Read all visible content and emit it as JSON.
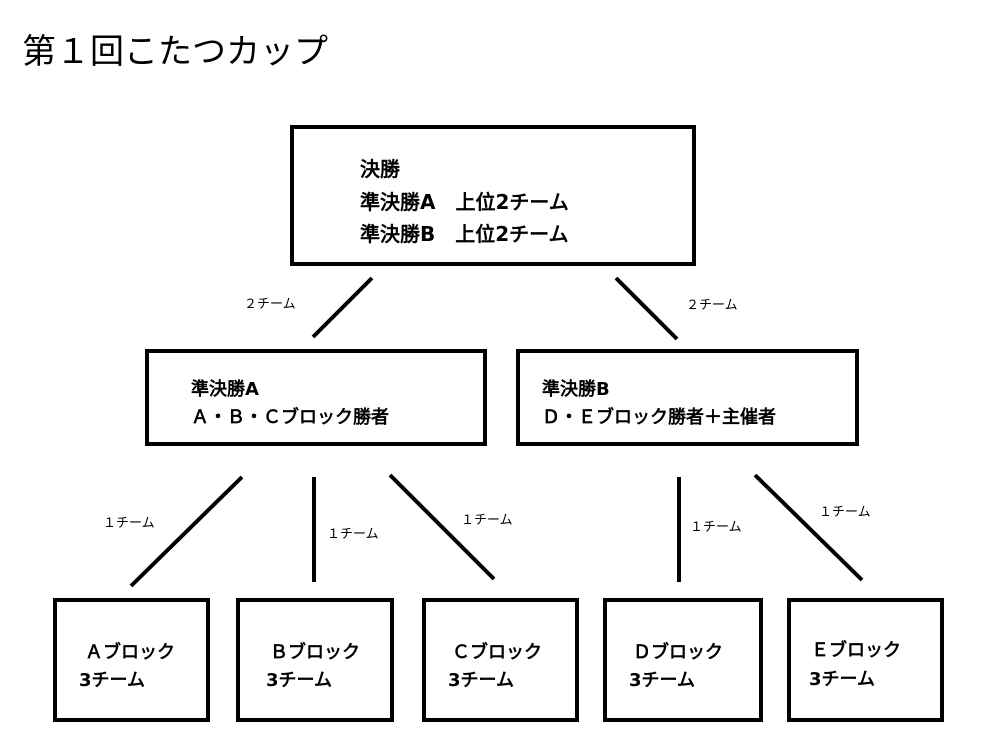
{
  "title": "第１回こたつカップ",
  "final_box": {
    "lines": [
      "決勝",
      "準決勝A　上位2チーム",
      "準決勝B　上位2チーム"
    ]
  },
  "semi_a": {
    "lines": [
      "準決勝A",
      "Ａ・Ｂ・Ｃブロック勝者"
    ]
  },
  "semi_b": {
    "lines": [
      "準決勝B",
      "Ｄ・Ｅブロック勝者＋主催者"
    ]
  },
  "blocks": [
    {
      "name": "Ａブロック",
      "teams": "3チーム"
    },
    {
      "name": "Ｂブロック",
      "teams": "3チーム"
    },
    {
      "name": "Ｃブロック",
      "teams": "3チーム"
    },
    {
      "name": "Ｄブロック",
      "teams": "3チーム"
    },
    {
      "name": "Ｅブロック",
      "teams": "3チーム"
    }
  ],
  "edge_labels": {
    "final_left": "２チーム",
    "final_right": "２チーム",
    "a": "１チーム",
    "b": "１チーム",
    "c": "１チーム",
    "d": "１チーム",
    "e": "１チーム"
  }
}
